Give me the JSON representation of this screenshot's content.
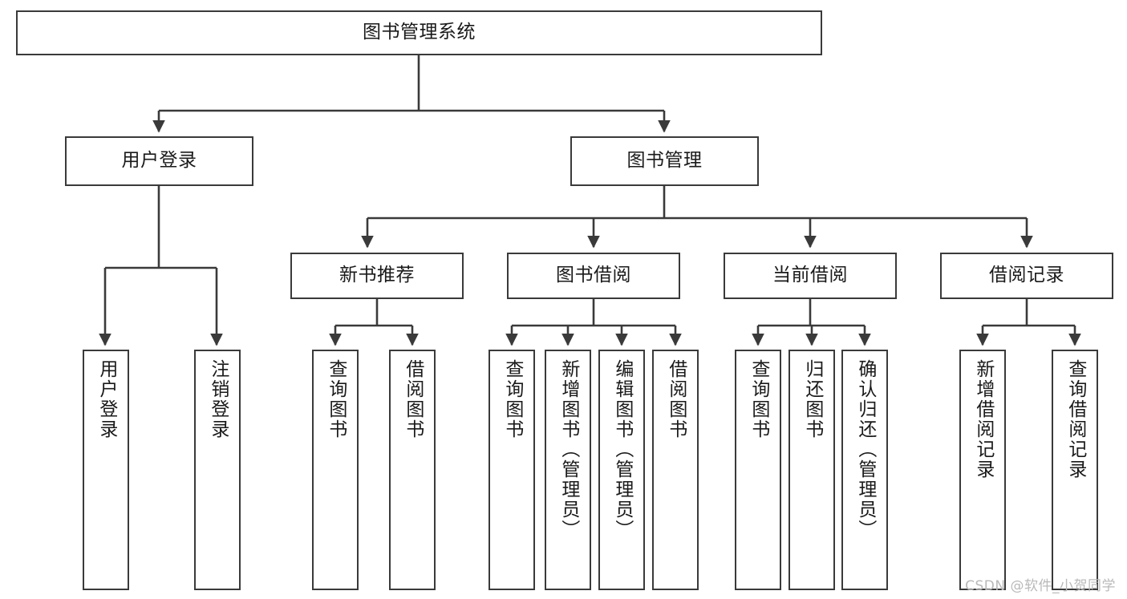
{
  "diagram": {
    "title_node": {
      "id": "root",
      "label": "图书管理系统"
    },
    "level2": [
      {
        "id": "user-login",
        "label": "用户登录"
      },
      {
        "id": "book-manage",
        "label": "图书管理"
      }
    ],
    "level3": [
      {
        "id": "new-book-recommend",
        "label": "新书推荐"
      },
      {
        "id": "book-borrow",
        "label": "图书借阅"
      },
      {
        "id": "current-borrow",
        "label": "当前借阅"
      },
      {
        "id": "borrow-record",
        "label": "借阅记录"
      }
    ],
    "leaves": [
      {
        "id": "leaf-user-login",
        "label": "用户登录",
        "parent": "user-login"
      },
      {
        "id": "leaf-logout",
        "label": "注销登录",
        "parent": "user-login"
      },
      {
        "id": "leaf-query-book-1",
        "label": "查询图书",
        "parent": "new-book-recommend"
      },
      {
        "id": "leaf-borrow-book-1",
        "label": "借阅图书",
        "parent": "new-book-recommend"
      },
      {
        "id": "leaf-query-book-2",
        "label": "查询图书",
        "parent": "book-borrow"
      },
      {
        "id": "leaf-add-book",
        "label": "新增图书（管理员）",
        "parent": "book-borrow"
      },
      {
        "id": "leaf-edit-book",
        "label": "编辑图书（管理员）",
        "parent": "book-borrow"
      },
      {
        "id": "leaf-borrow-book-2",
        "label": "借阅图书",
        "parent": "book-borrow"
      },
      {
        "id": "leaf-query-book-3",
        "label": "查询图书",
        "parent": "current-borrow"
      },
      {
        "id": "leaf-return-book",
        "label": "归还图书",
        "parent": "current-borrow"
      },
      {
        "id": "leaf-confirm-return",
        "label": "确认归还（管理员）",
        "parent": "current-borrow"
      },
      {
        "id": "leaf-add-record",
        "label": "新增借阅记录",
        "parent": "borrow-record"
      },
      {
        "id": "leaf-query-record",
        "label": "查询借阅记录",
        "parent": "borrow-record"
      }
    ],
    "colors": {
      "stroke": "#3a3a3a",
      "fill": "#ffffff",
      "text": "#1a1a1a",
      "watermark": "#b9b9b9"
    }
  },
  "watermark": {
    "text": "CSDN @软件_小贺同学"
  }
}
